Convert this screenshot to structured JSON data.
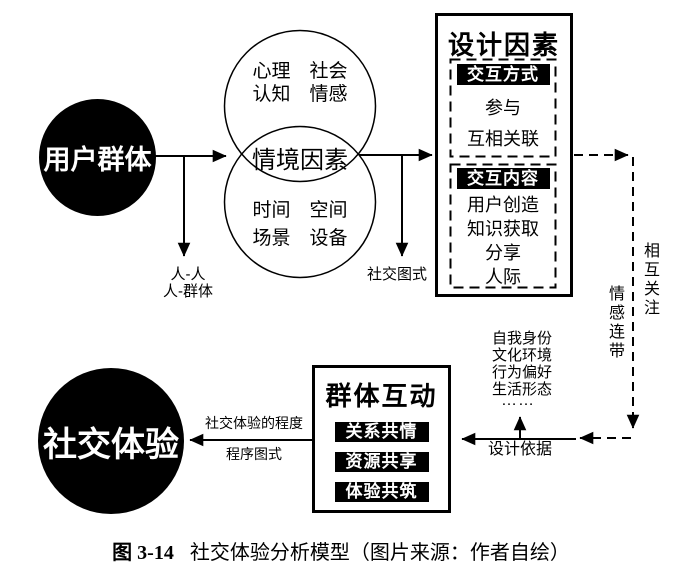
{
  "colors": {
    "ink": "#000000",
    "paper": "#ffffff"
  },
  "user_group_circle": {
    "label": "用户群体"
  },
  "venn": {
    "top": {
      "line1": "心理　社会",
      "line2": "认知　情感"
    },
    "overlap": "情境因素",
    "bottom": {
      "line1": "时间　空间",
      "line2": "场景　设备"
    }
  },
  "edge_labels": {
    "person_person": "人-人",
    "person_group": "人-群体",
    "social_schema": "社交图式",
    "mutual_attention": "相互关注",
    "emotional_bond": "情感连带",
    "design_basis": "设计依据",
    "experience_degree": "社交体验的程度",
    "procedure_schema": "程序图式",
    "ellipsis": "……"
  },
  "design_factors_box": {
    "title": "设计因素",
    "interaction_mode": {
      "header": "交互方式",
      "items": [
        "参与",
        "互相关联"
      ]
    },
    "interaction_content": {
      "header": "交互内容",
      "items": [
        "用户创造",
        "知识获取",
        "分享",
        "人际"
      ]
    }
  },
  "user_traits": {
    "lines": [
      "自我身份",
      "文化环境",
      "行为偏好",
      "生活形态"
    ]
  },
  "group_interaction_box": {
    "title": "群体互动",
    "items": [
      "关系共情",
      "资源共享",
      "体验共筑"
    ]
  },
  "social_experience_circle": {
    "label": "社交体验"
  },
  "caption": {
    "figure_no": "图 3-14",
    "text": "社交体验分析模型（图片来源：作者自绘）"
  }
}
